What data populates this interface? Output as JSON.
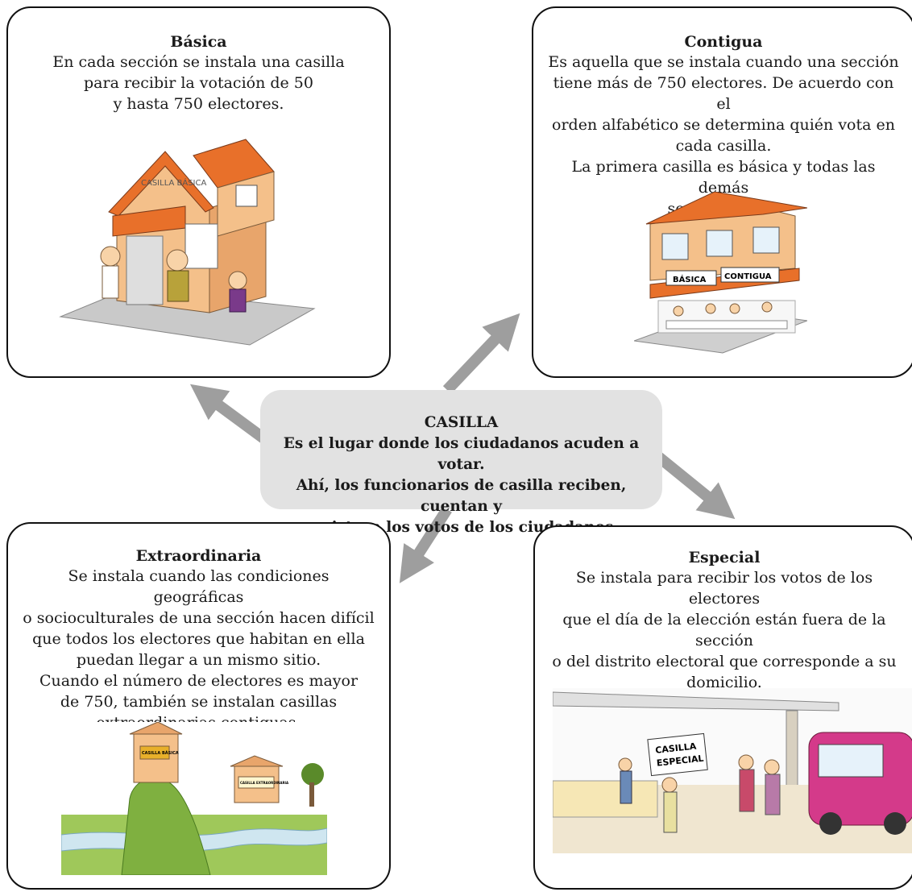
{
  "center": {
    "title": "CASILLA",
    "line1": "Es el lugar donde los ciudadanos acuden a votar.",
    "line2": "Ahí, los funcionarios de casilla reciben, cuentan y",
    "line3": "registran los votos de los ciudadanos."
  },
  "basica": {
    "title": "Básica",
    "lines": [
      "En cada sección se instala una casilla",
      "para recibir la votación de 50",
      "y hasta 750 electores."
    ],
    "sign": "CASILLA BÁSICA"
  },
  "contigua": {
    "title": "Contigua",
    "lines": [
      "Es aquella que se instala cuando una sección",
      "tiene más de 750 electores. De acuerdo con el",
      "orden alfabético se determina quién vota en",
      "cada casilla.",
      "La primera casilla es básica y todas las demás",
      "son contiguas."
    ],
    "sign_left": "BÁSICA",
    "sign_right": "CONTIGUA"
  },
  "extra": {
    "title": "Extraordinaria",
    "lines": [
      "Se instala cuando las condiciones geográficas",
      "o socioculturales de una sección hacen difícil",
      "que todos los electores que habitan en ella",
      "puedan llegar a un mismo sitio.",
      "Cuando el número de electores es mayor",
      "de 750, también se instalan casillas",
      "extraordinarias contiguas."
    ],
    "sign1": "CASILLA BÁSICA",
    "sign2": "CASILLA EXTRAORDINARIA"
  },
  "especial": {
    "title": "Especial",
    "lines": [
      "Se instala para recibir los votos de los electores",
      "que el día de la elección están fuera de la sección",
      "o del distrito electoral que corresponde a su",
      "domicilio."
    ],
    "sign_line1": "CASILLA",
    "sign_line2": "ESPECIAL"
  },
  "colors": {
    "arrow": "#9e9e9e",
    "center_bg": "#e2e2e2",
    "roof": "#e8702a",
    "wall": "#f4c08a",
    "grass": "#8db84a"
  }
}
